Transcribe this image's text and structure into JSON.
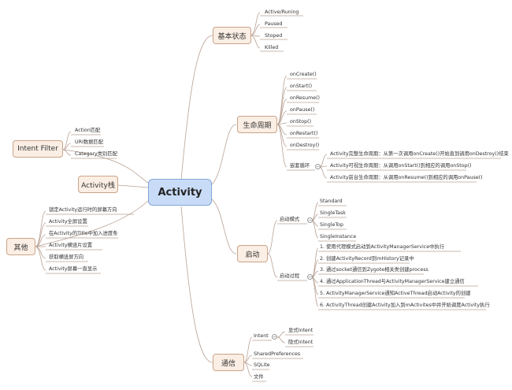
{
  "center": "Activity",
  "branches": {
    "state": {
      "label": "基本状态",
      "items": [
        "Active/Runing",
        "Paused",
        "Stoped",
        "Killed"
      ]
    },
    "lifecycle": {
      "label": "生命周期",
      "items": [
        "onCreate()",
        "onStart()",
        "onResume()",
        "onPause()",
        "onStop()",
        "onRestart()",
        "onDestroy()"
      ],
      "nested_label": "嵌套循环",
      "nested": [
        "Activity完整生命周期：从第一次调用onCreate()开始直到调用onDestroy()结束",
        "Activity可视生命周期：从调用onStart()到相应的调用onStop()",
        "Activity前台生命周期：从调用onResume()到相应的调用onPause()"
      ]
    },
    "launch": {
      "label": "启动",
      "mode_label": "启动模式",
      "modes": [
        "Standard",
        "SingleTask",
        "SingleTop",
        "SingleInstance"
      ],
      "process_label": "启动过程",
      "process": [
        "1. 使用代理模式启动到ActivityManagerService中执行",
        "2. 创建ActivityRecord到mHistory记录中",
        "3. 通过socket通信到Zygote相关类创建process",
        "4. 通过ApplicationThread与ActivityManagerService建立通信",
        "5. ActivityManagerService通知ActiveThread启动Activity的创建",
        "6. ActivityThread创建Activity加入到mActivites中并开始调度Activity执行"
      ]
    },
    "comm": {
      "label": "通信",
      "intent_label": "Intent",
      "intent_items": [
        "显式Intent",
        "隐式Intent"
      ],
      "items": [
        "SharedPreferences",
        "SQLite",
        "文件"
      ]
    },
    "filter": {
      "label": "Intent Filter",
      "items": [
        "Action匹配",
        "URI数据匹配",
        "Category类别匹配"
      ]
    },
    "stack": {
      "label": "Activity栈"
    },
    "other": {
      "label": "其他",
      "items": [
        "锁定Activity运行时的屏幕方向",
        "Activity全屏设置",
        "在Activity的Title中加入进度条",
        "Activity横竖片设置",
        "获取横竖屏方向",
        "Activity屏幕一直显示"
      ]
    }
  }
}
